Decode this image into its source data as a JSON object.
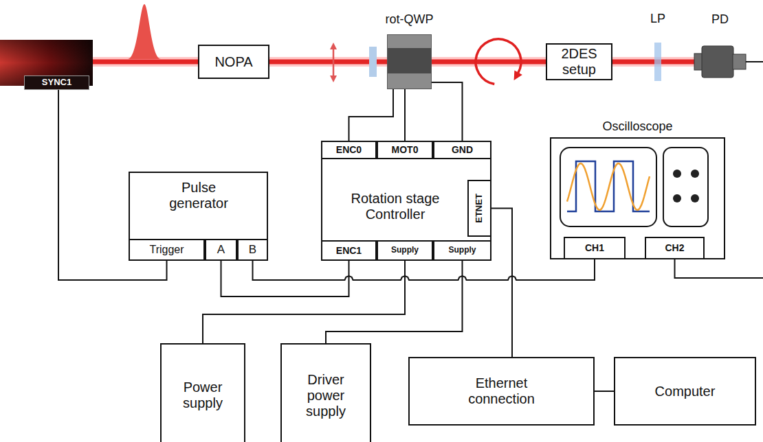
{
  "diagram": {
    "nodes": [
      {
        "text": [
          "SYNC1"
        ]
      },
      {
        "text": [
          "NOPA"
        ]
      },
      {
        "text": [
          "rot-QWP"
        ]
      },
      {
        "text": [
          "2DES setup"
        ]
      },
      {
        "text": [
          "LP"
        ]
      },
      {
        "text": [
          "PD"
        ]
      },
      {
        "text": [
          "Rotation stage Controller"
        ]
      },
      {
        "text": [
          "ENC0"
        ],
        "in": 6
      },
      {
        "text": [
          "MOT0"
        ],
        "in": 6
      },
      {
        "text": [
          "GND"
        ],
        "in": 6
      },
      {
        "text": [
          "ETNET"
        ],
        "in": 6
      },
      {
        "text": [
          "ENC1"
        ],
        "in": 6
      },
      {
        "text": [
          "Supply"
        ],
        "in": 6
      },
      {
        "text": [
          "Supply"
        ],
        "in": 6
      },
      {
        "text": [
          "Oscilloscope"
        ]
      },
      {
        "text": [
          "CH1"
        ],
        "in": 14
      },
      {
        "text": [
          "CH2"
        ],
        "in": 14
      },
      {
        "text": [
          "Pulse generator"
        ]
      },
      {
        "text": [
          "Trigger"
        ],
        "in": 17
      },
      {
        "text": [
          "A"
        ],
        "in": 17
      },
      {
        "text": [
          "B"
        ],
        "in": 17
      },
      {
        "text": [
          "Power supply"
        ]
      },
      {
        "text": [
          "Driver power supply"
        ]
      },
      {
        "text": [
          "Ethernet connection"
        ]
      },
      {
        "text": [
          "Computer"
        ]
      }
    ],
    "edges": [
      {
        "from": 0,
        "to": 18,
        "arrow": "none"
      },
      {
        "from": 2,
        "to": 7,
        "arrow": "none"
      },
      {
        "from": 2,
        "to": 8,
        "arrow": "none"
      },
      {
        "from": 2,
        "to": 9,
        "arrow": "none"
      },
      {
        "from": 19,
        "to": 11,
        "arrow": "none"
      },
      {
        "from": 20,
        "to": 15,
        "arrow": "none"
      },
      {
        "from": 12,
        "to": 21,
        "arrow": "none"
      },
      {
        "from": 13,
        "to": 22,
        "arrow": "none"
      },
      {
        "from": 10,
        "to": 23,
        "arrow": "none"
      },
      {
        "from": 23,
        "to": 24,
        "arrow": "none"
      },
      {
        "from": 16,
        "to": 5,
        "arrow": "none"
      }
    ]
  }
}
